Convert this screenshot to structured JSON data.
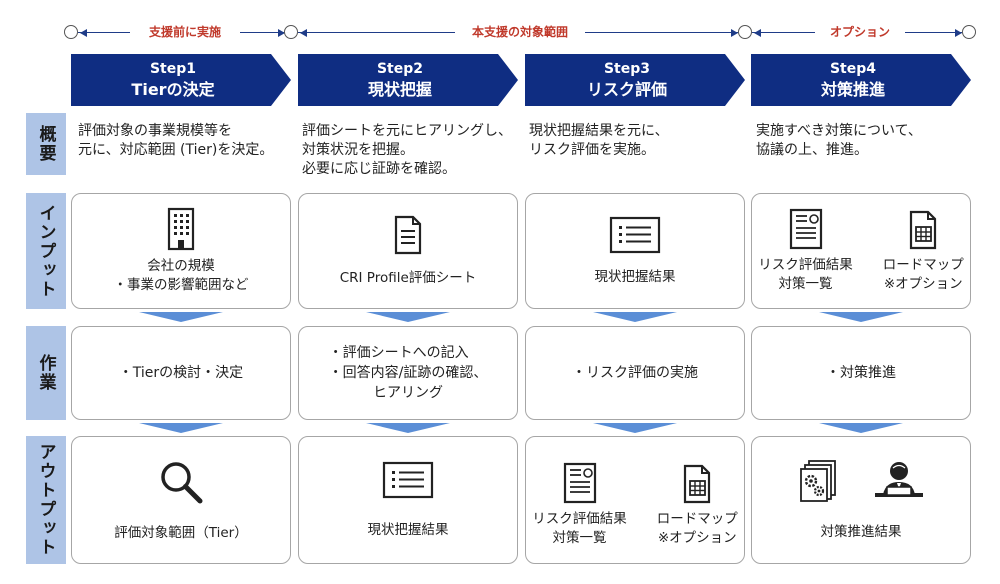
{
  "timeline": {
    "pre": "支援前に実施",
    "main": "本支援の対象範囲",
    "option": "オプション"
  },
  "steps": [
    {
      "num": "Step1",
      "name": "Tierの決定"
    },
    {
      "num": "Step2",
      "name": "現状把握"
    },
    {
      "num": "Step3",
      "name": "リスク評価"
    },
    {
      "num": "Step4",
      "name": "対策推進"
    }
  ],
  "rows": {
    "overview": "概要",
    "input": "インプット",
    "work": "作業",
    "output": "アウトプット"
  },
  "overview": [
    {
      "l1": "評価対象の事業規模等を",
      "l2": "元に、対応範囲 (Tier)を決定。",
      "l3": ""
    },
    {
      "l1": "評価シートを元にヒアリングし、",
      "l2": "対策状況を把握。",
      "l3": "必要に応じ証跡を確認。"
    },
    {
      "l1": "現状把握結果を元に、",
      "l2": "リスク評価を実施。",
      "l3": ""
    },
    {
      "l1": "実施すべき対策について、",
      "l2": "協議の上、推進。",
      "l3": ""
    }
  ],
  "input": {
    "s1": {
      "l1": "会社の規模",
      "l2": "・事業の影響範囲など"
    },
    "s2": {
      "l1": "CRI Profile評価シート"
    },
    "s3": {
      "l1": "現状把握結果"
    },
    "s4": {
      "a1": "リスク評価結果",
      "a2": "対策一覧",
      "b1": "ロードマップ",
      "b2": "※オプション"
    }
  },
  "work": {
    "s1": {
      "l1": "・Tierの検討・決定"
    },
    "s2": {
      "l1": "・評価シートへの記入",
      "l2": "・回答内容/証跡の確認、",
      "l3": "ヒアリング"
    },
    "s3": {
      "l1": "・リスク評価の実施"
    },
    "s4": {
      "l1": "・対策推進"
    }
  },
  "output": {
    "s1": {
      "l1": "評価対象範囲（Tier）"
    },
    "s2": {
      "l1": "現状把握結果"
    },
    "s3": {
      "a1": "リスク評価結果",
      "a2": "対策一覧",
      "b1": "ロードマップ",
      "b2": "※オプション"
    },
    "s4": {
      "l1": "対策推進結果"
    }
  },
  "colors": {
    "header": "#0f2d82",
    "row_label": "#aec4e6",
    "arrow": "#5b8ed6",
    "timeline_text": "#c0392b"
  }
}
